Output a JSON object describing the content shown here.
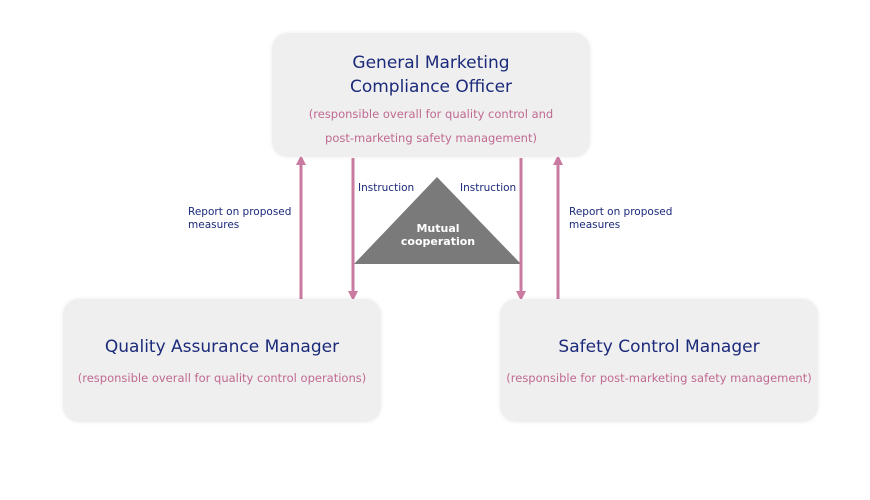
{
  "nodes": {
    "top": {
      "title_line1": "General Marketing",
      "title_line2": "Compliance Officer",
      "desc_line1": "(responsible overall for quality control and",
      "desc_line2": "post-marketing safety management)"
    },
    "left": {
      "title": "Quality Assurance Manager",
      "desc": "(responsible overall for quality control operations)"
    },
    "right": {
      "title": "Safety Control Manager",
      "desc": "(responsible for post-marketing safety management)"
    }
  },
  "edges": {
    "instruction_left": "Instruction",
    "instruction_right": "Instruction",
    "report_left_line1": "Report on proposed",
    "report_left_line2": "measures",
    "report_right_line1": "Report on proposed",
    "report_right_line2": "measures"
  },
  "center": {
    "line1": "Mutual",
    "line2": "cooperation"
  },
  "colors": {
    "title": "#1b2a7a",
    "description": "#c06a91",
    "arrow": "#c97aa0",
    "triangle": "#7a7a7a",
    "box": "#efefef"
  }
}
